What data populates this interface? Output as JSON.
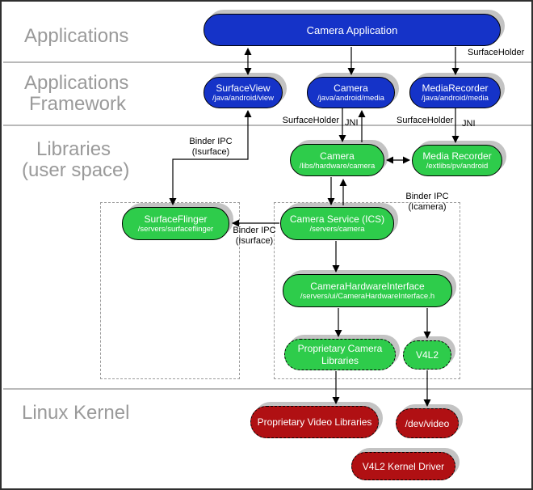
{
  "diagram": {
    "rows": {
      "applications": "Applications",
      "framework": [
        "Applications",
        "Framework"
      ],
      "libraries": [
        "Libraries",
        "(user space)"
      ],
      "kernel": "Linux Kernel"
    },
    "nodes": {
      "camera_application": {
        "title": "Camera Application"
      },
      "surface_view": {
        "title": "SurfaceView",
        "subtitle": "/java/android/view"
      },
      "camera_framework": {
        "title": "Camera",
        "subtitle": "/java/android/media"
      },
      "media_recorder_framework": {
        "title": "MediaRecorder",
        "subtitle": "/java/android/media"
      },
      "camera_library": {
        "title": "Camera",
        "subtitle": "/libs/hardware/camera"
      },
      "media_recorder_library": {
        "title": "Media Recorder",
        "subtitle": "/extlibs/pv/android"
      },
      "surface_flinger": {
        "title": "SurfaceFlinger",
        "subtitle": "/servers/surfaceflinger"
      },
      "camera_service": {
        "title": "Camera Service (ICS)",
        "subtitle": "/servers/camera"
      },
      "camera_hardware_interface": {
        "title": "CameraHardwareInterface",
        "subtitle": "/servers/ui/CameraHardwareInterface.h"
      },
      "proprietary_camera_libraries": {
        "title": "Proprietary Camera Libraries"
      },
      "v4l2": {
        "title": "V4L2"
      },
      "proprietary_video_libraries": {
        "title": "Proprietary Video Libraries"
      },
      "dev_video": {
        "title": "/dev/video"
      },
      "v4l2_kernel_driver": {
        "title": "V4L2 Kernel Driver"
      }
    },
    "labels": {
      "surfaceholder_app": "SurfaceHolder",
      "surfaceholder_camera": "SurfaceHolder",
      "jni_camera": "JNI",
      "surfaceholder_media": "SurfaceHolder",
      "jni_media": "JNI",
      "binder_isurface_upper": [
        "Binder IPC",
        "(Isurface)"
      ],
      "binder_isurface_lower": [
        "Binder IPC",
        "(Isurface)"
      ],
      "binder_icamera": [
        "Binder IPC",
        "(Icamera)"
      ]
    },
    "colors": {
      "node_blue": "#1533c8",
      "node_green": "#2ecc4b",
      "node_red": "#b01013",
      "shadow_gray": "#c3c3c3",
      "row_label_gray": "#9a9a9a"
    }
  }
}
